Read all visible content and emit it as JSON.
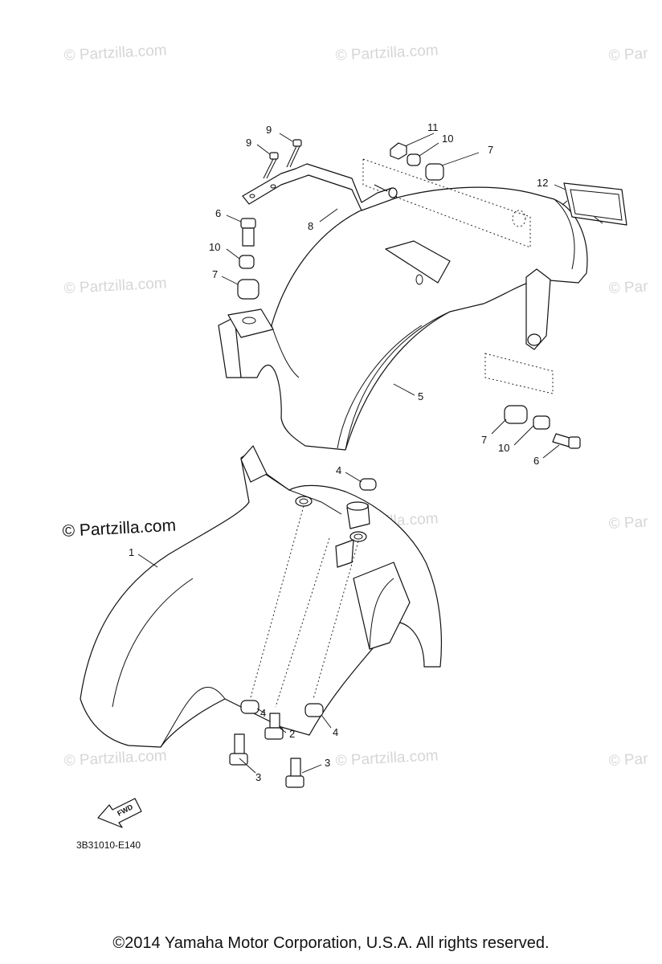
{
  "watermarks": {
    "text": "© Partzilla.com",
    "partial": "© Par",
    "prominent": "© Partzilla.com"
  },
  "callouts": {
    "c1": "1",
    "c2": "2",
    "c3a": "3",
    "c3b": "3",
    "c4a": "4",
    "c4b": "4",
    "c4c": "4",
    "c5": "5",
    "c6a": "6",
    "c6b": "6",
    "c7a": "7",
    "c7b": "7",
    "c7c": "7",
    "c8": "8",
    "c9a": "9",
    "c9b": "9",
    "c10a": "10",
    "c10b": "10",
    "c10c": "10",
    "c11": "11",
    "c12": "12"
  },
  "fwd_label": "FWD",
  "diagram_code": "3B31010-E140",
  "copyright": "©2014  Yamaha Motor Corporation, U.S.A. All rights reserved."
}
